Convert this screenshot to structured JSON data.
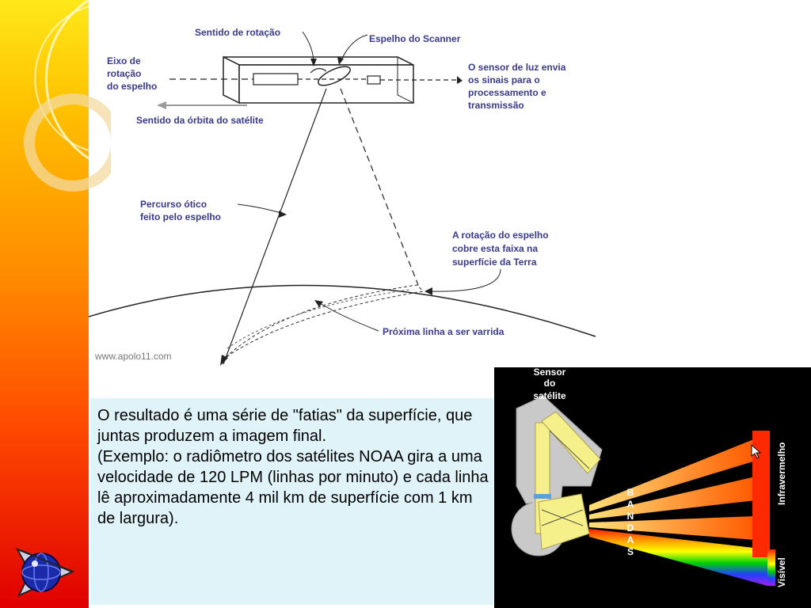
{
  "diagram": {
    "labels": {
      "rotation_direction": "Sentido de rotação",
      "scanner_mirror": "Espelho do Scanner",
      "mirror_axis": [
        "Eixo de",
        "rotação",
        "do espelho"
      ],
      "light_sensor": [
        "O sensor de luz envia",
        "os sinais para o",
        "processamento e",
        "transmissão"
      ],
      "orbit_direction": "Sentido da órbita do satélite",
      "optical_path": [
        "Percurso ótico",
        "feito pelo espelho"
      ],
      "mirror_coverage": [
        "A rotação do espelho",
        "cobre esta faixa na",
        "superfície da Terra"
      ],
      "next_line": "Próxima linha a ser varrida"
    },
    "credit": "www.apolo11.com"
  },
  "textbox": {
    "paragraph1": "O resultado é uma série de \"fatias\" da superfície, que juntas produzem a imagem final.",
    "paragraph2": "(Exemplo: o radiômetro dos satélites NOAA gira a uma velocidade de 120 LPM (linhas por minuto) e cada linha lê aproximadamente 4 mil km de superfície com 1 km de largura)."
  },
  "spectrum_panel": {
    "sensor_title": [
      "Sensor",
      "do",
      "satélite"
    ],
    "bands_letters": [
      "B",
      "A",
      "N",
      "D",
      "A",
      "S"
    ],
    "infrared_label": "Infravermelho",
    "visible_label": "Visível",
    "colors": {
      "background": "#000000",
      "infrared": "#ff2a00",
      "beam": "#f6f08a"
    }
  },
  "theme": {
    "sidebar_top": "#ffe81a",
    "sidebar_bottom": "#e00000",
    "textbox_bg": "#dff3f8",
    "diagram_label": "#3a3a8a"
  }
}
